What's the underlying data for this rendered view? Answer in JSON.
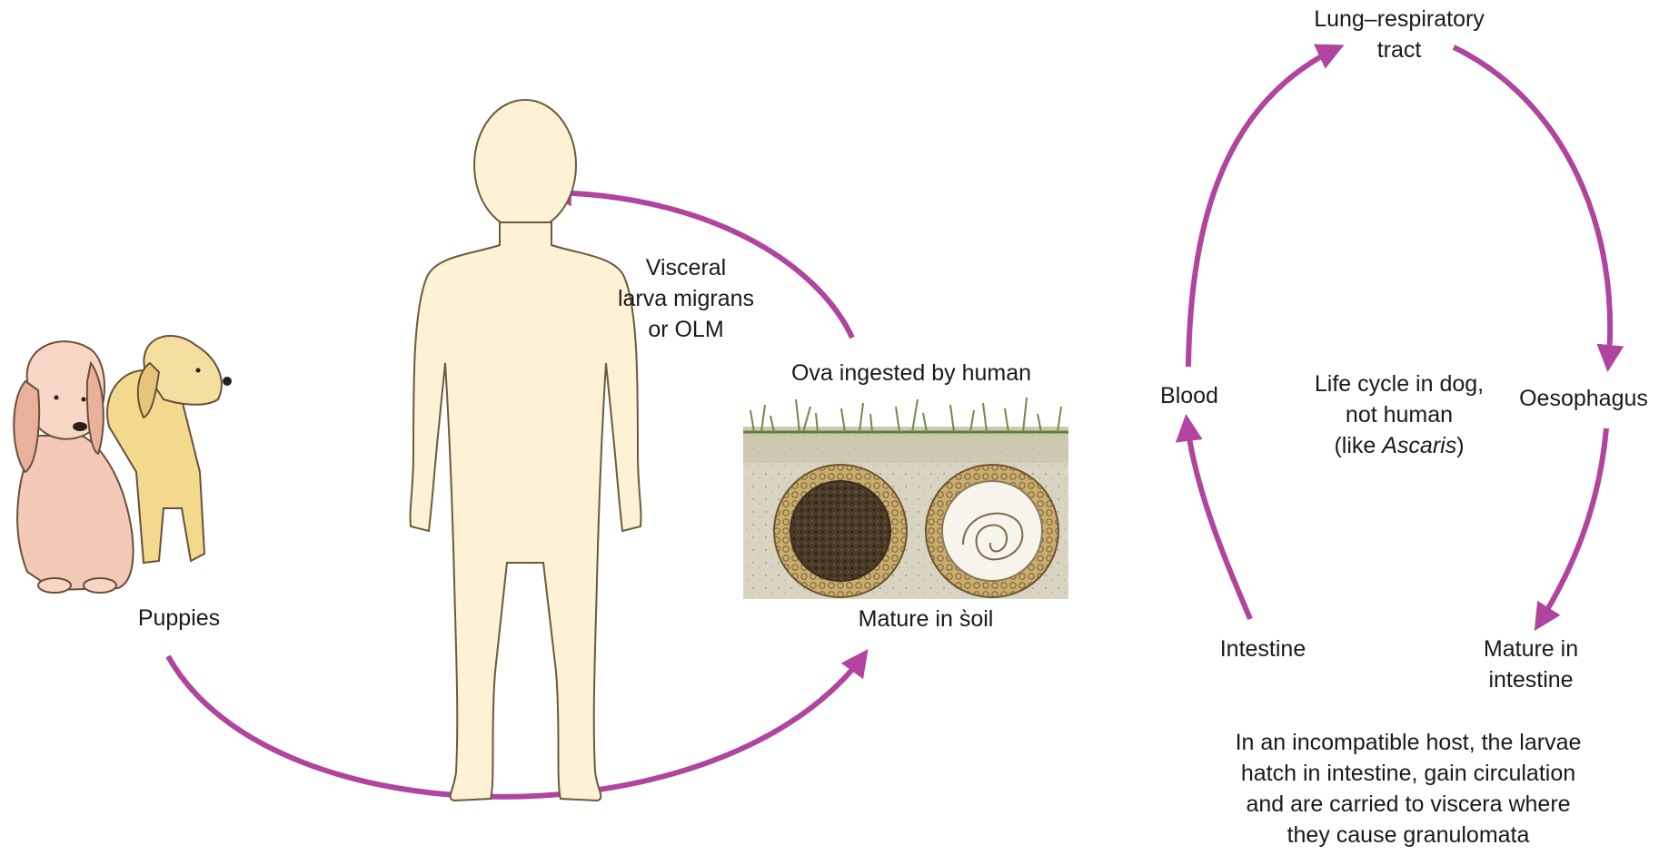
{
  "left_cycle": {
    "puppies_label": "Puppies",
    "vlm_label": [
      "Visceral",
      "larva migrans",
      "or OLM"
    ],
    "ova_label": "Ova ingested by human",
    "soil_label": "Mature in s̀oil"
  },
  "right_cycle": {
    "lung_label": [
      "Lung–respiratory",
      "tract"
    ],
    "blood_label": "Blood",
    "oesophagus_label": "Oesophagus",
    "intestine_label": "Intestine",
    "mature_label": [
      "Mature in",
      "intestine"
    ],
    "center": {
      "line1": "Life cycle in dog,",
      "line2": "not human",
      "line3_prefix": "(like ",
      "line3_italic": "Ascaris",
      "line3_suffix": ")"
    },
    "note": [
      "In an incompatible host, the larvae",
      "hatch in intestine, gain circulation",
      "and are carried to viscera where",
      "they cause granulomata"
    ]
  },
  "colors": {
    "arrow": "#b0449f",
    "skin": "#fdf2d6",
    "skin_outline": "#6b5a3c",
    "soil": "#d7d2c0",
    "grass": "#6e8a4a",
    "ova_shell": "#b79b5e",
    "ova_dark": "#3b2e20"
  }
}
